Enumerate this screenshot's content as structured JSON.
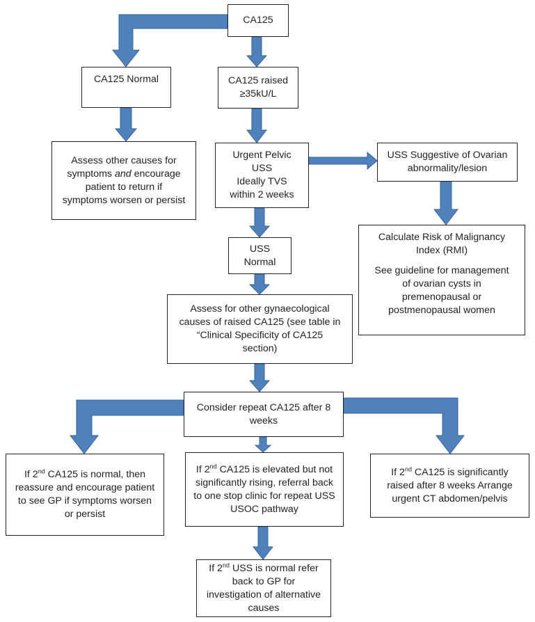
{
  "colors": {
    "arrow_fill": "#4f81bd",
    "arrow_stroke": "#3a6595",
    "box_border": "#222222",
    "text": "#222222"
  },
  "nodes": {
    "ca125": {
      "text": "CA125"
    },
    "normal": {
      "text": "CA125 Normal"
    },
    "raised": {
      "lines": [
        "CA125 raised",
        "≥35kU/L"
      ]
    },
    "assess_other": {
      "pre": "Assess other causes for symptoms ",
      "em": "and",
      "post": " encourage patient to return if symptoms worsen or persist"
    },
    "urgent_uss": {
      "lines": [
        "Urgent Pelvic",
        "USS",
        "Ideally TVS",
        "within 2 weeks"
      ]
    },
    "uss_suggestive": {
      "lines": [
        "USS Suggestive of Ovarian",
        "abnormality/lesion"
      ]
    },
    "rmi": {
      "line1": "Calculate Risk of Malignancy Index (RMI)",
      "line2": "See guideline for management of ovarian cysts in premenopausal or postmenopausal women"
    },
    "uss_normal": {
      "lines": [
        "USS",
        "Normal"
      ]
    },
    "gynae": {
      "text": "Assess for other gynaecological causes of raised CA125 (see table in “Clinical Specificity of CA125 section)"
    },
    "repeat": {
      "text": "Consider repeat CA125 after 8 weeks"
    },
    "left": {
      "pre": "If 2",
      "sup": "nd",
      "post": " CA125 is normal, then reassure and encourage patient to see GP if symptoms worsen or persist"
    },
    "mid": {
      "pre": "If 2",
      "sup": "nd",
      "post": " CA125 is elevated but not significantly rising, referral back to one stop clinic for repeat USS USOC pathway"
    },
    "right": {
      "pre": "If 2",
      "sup": "nd",
      "post": " CA125 is significantly raised after 8 weeks Arrange urgent CT abdomen/pelvis"
    },
    "bottom": {
      "pre": "If 2",
      "sup": "nd",
      "post": " USS is normal refer back to GP for investigation of alternative causes"
    }
  }
}
